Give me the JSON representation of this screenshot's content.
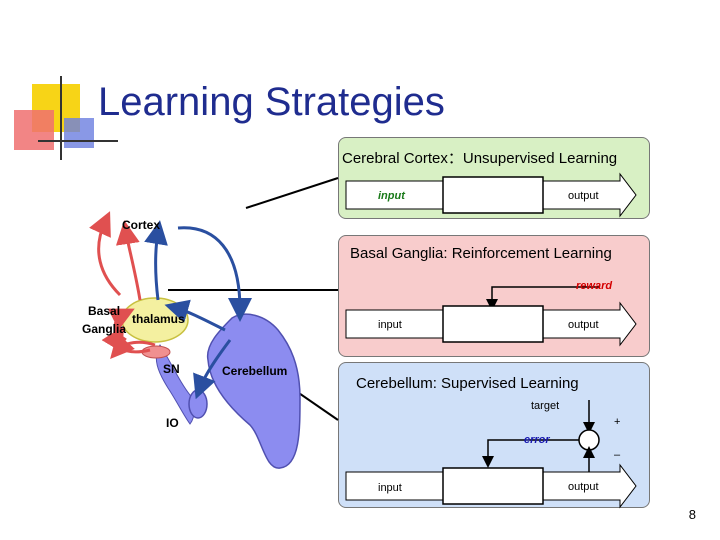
{
  "slide": {
    "title": "Learning Strategies",
    "page_number": "8"
  },
  "cortex_panel": {
    "title": "Cerebral Cortex：Unsupervised Learning",
    "input": "input",
    "output": "output"
  },
  "bg_panel": {
    "title": "Basal Ganglia: Reinforcement Learning",
    "reward": "reward",
    "input": "input",
    "output": "output"
  },
  "cb_panel": {
    "title": "Cerebellum: Supervised Learning",
    "target": "target",
    "error": "error",
    "plus": "+",
    "minus": "–",
    "input": "input",
    "output": "output"
  },
  "brain": {
    "cortex": "Cortex",
    "basal_ganglia_line1": "Basal",
    "basal_ganglia_line2": "Ganglia",
    "thalamus": "thalamus",
    "sn": "SN",
    "cerebellum": "Cerebellum",
    "io": "IO"
  },
  "colors": {
    "title": "#1f2c8f",
    "cortex_panel": "#d8f0c4",
    "bg_panel": "#f8cccc",
    "cb_panel": "#cfe0f8",
    "red_label": "#d40000",
    "blue_label": "#1818b0",
    "green_label": "#1a7a1a",
    "cerebellum_fill": "#8c8cf0",
    "thalamus_fill": "#f4f0a0"
  }
}
